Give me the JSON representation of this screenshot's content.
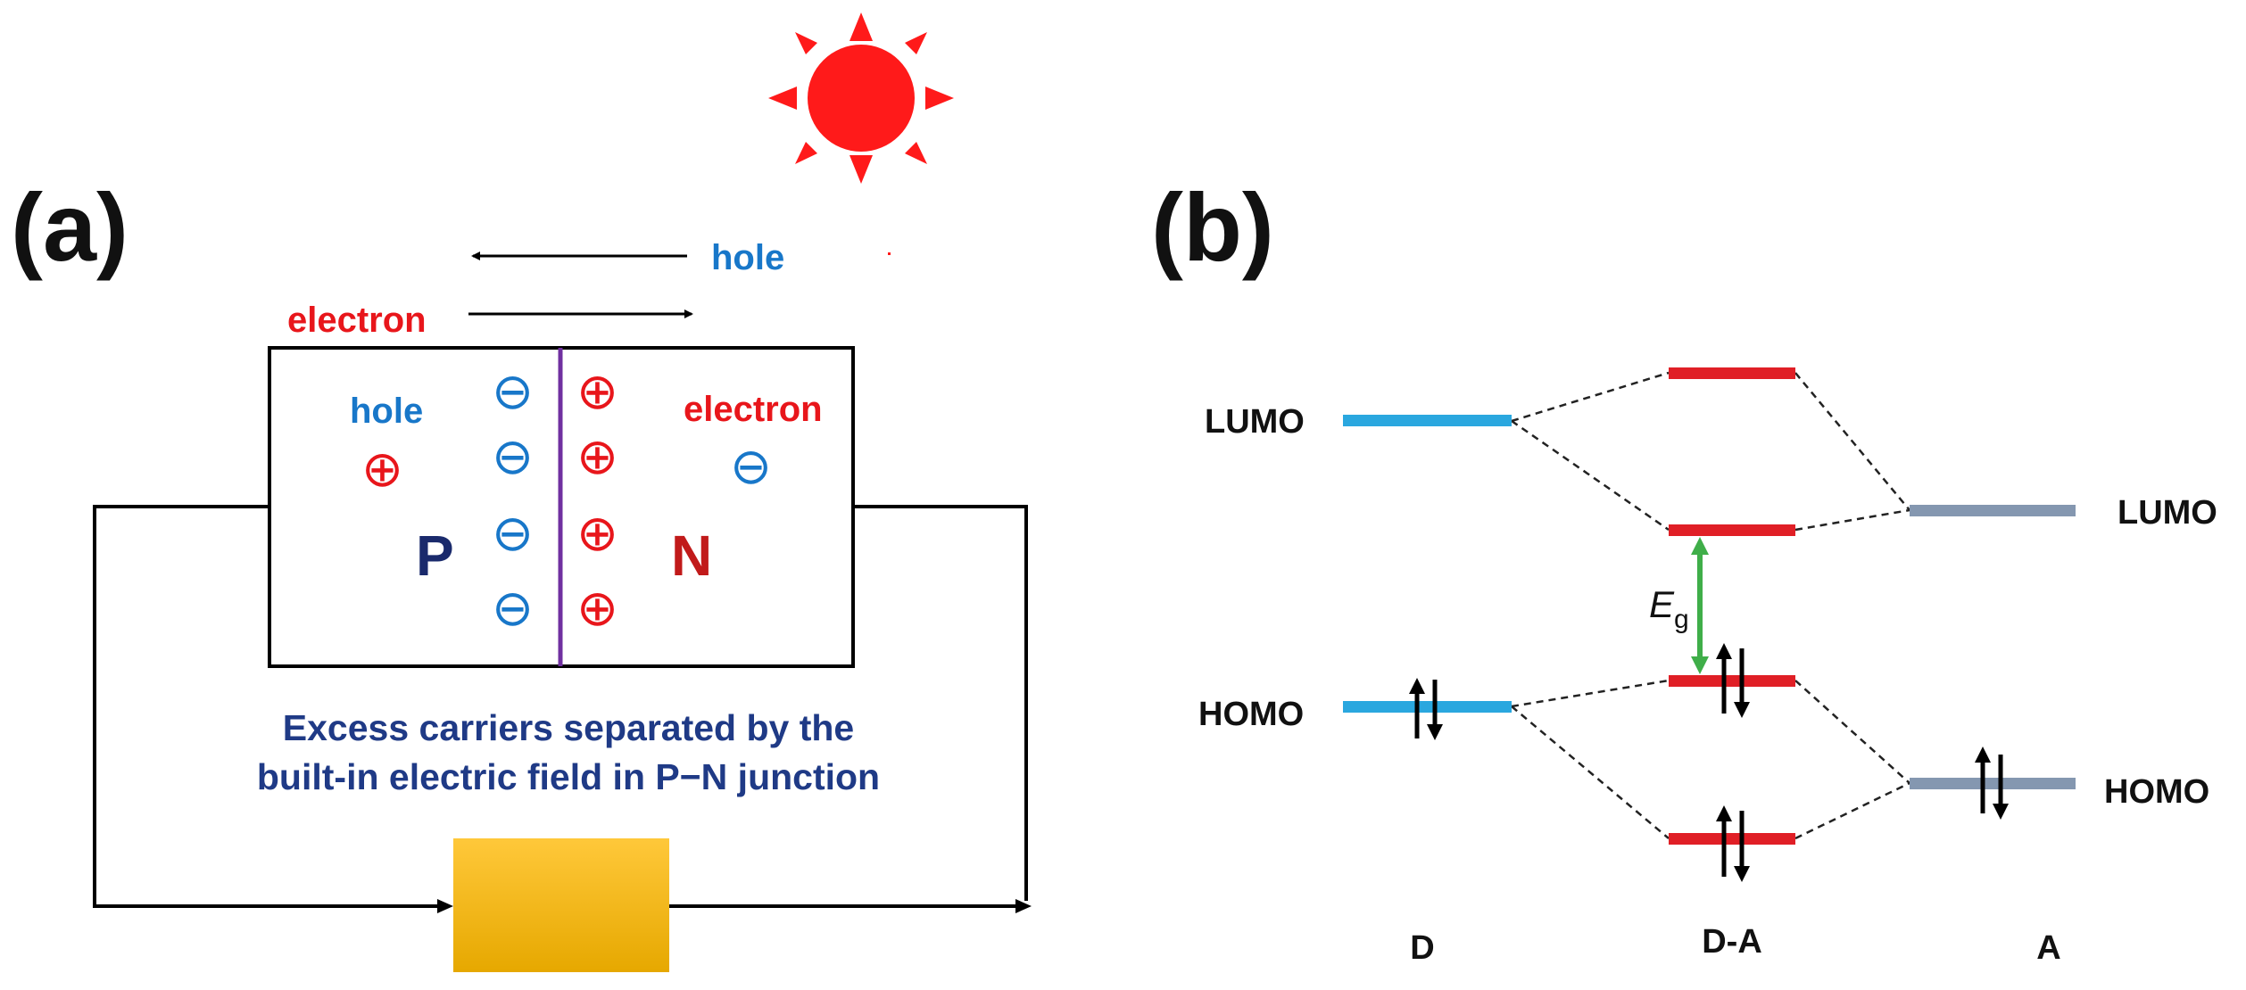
{
  "panel_a": {
    "label": "(a)",
    "arrow_hole_label": "hole",
    "arrow_electron_label": "electron",
    "inside_hole_label": "hole",
    "inside_electron_label": "electron",
    "region_p": "P",
    "region_n": "N",
    "caption_line1": "Excess carriers separated by the",
    "caption_line2": "built-in electric field in P−N junction",
    "plus_glyph": "⊕",
    "minus_glyph": "⊖",
    "colors": {
      "hole": "#1877c9",
      "electron": "#e8161b",
      "junction": "#7030a0",
      "sun": "#ff1a1a",
      "load": "#fcc000"
    }
  },
  "panel_b": {
    "label": "(b)",
    "left_lumo": "LUMO",
    "left_homo": "HOMO",
    "right_lumo": "LUMO",
    "right_homo": "HOMO",
    "gap_label_main": "E",
    "gap_label_sub": "g",
    "columns": [
      "D",
      "D-A",
      "A"
    ],
    "colors": {
      "donor": "#2aa7df",
      "donor_acceptor": "#e01f26",
      "acceptor": "#8497b0",
      "gap_arrow": "#3fae49"
    }
  }
}
